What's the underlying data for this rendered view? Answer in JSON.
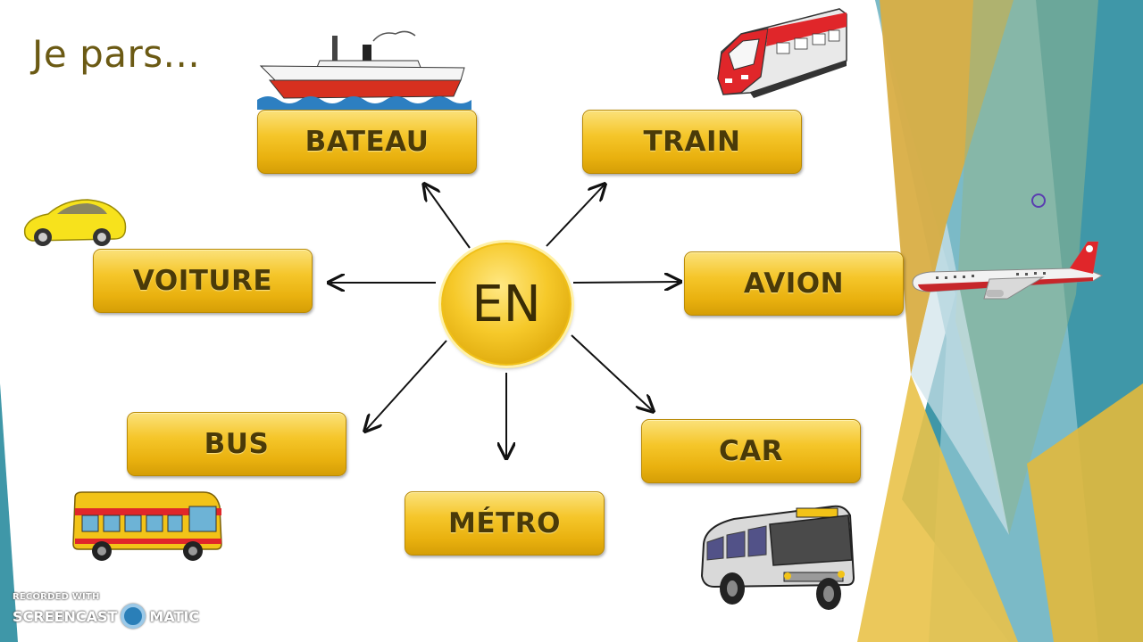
{
  "title": "Je pars...",
  "center_label": "EN",
  "boxes": {
    "bateau": "BATEAU",
    "train": "TRAIN",
    "voiture": "VOITURE",
    "avion": "AVION",
    "bus": "BUS",
    "car": "CAR",
    "metro": "MÉTRO"
  },
  "watermark": {
    "line1": "RECORDED WITH",
    "line2a": "SCREENCAST",
    "line2b": "MATIC"
  },
  "colors": {
    "box_gold": "#f5c62a",
    "title_color": "#6b5a14",
    "teal": "#3f97a8",
    "mustard": "#d7ab3a"
  },
  "icons": [
    "ship-icon",
    "train-icon",
    "car-icon",
    "airplane-icon",
    "bus-icon",
    "coach-icon"
  ]
}
